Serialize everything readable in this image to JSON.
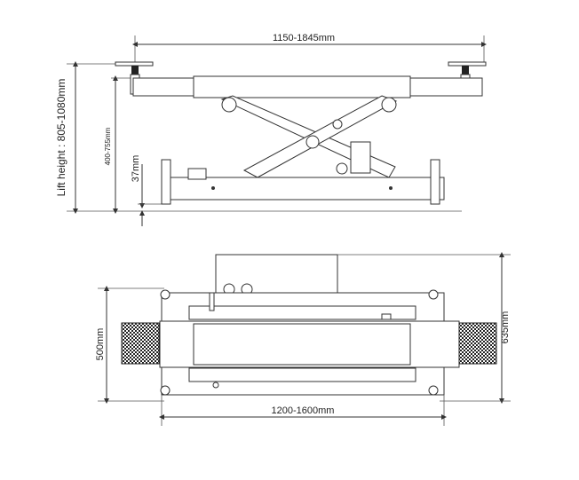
{
  "side_view": {
    "width_range": "1150-1845mm",
    "lift_height": "Lift height :  805-1080mm",
    "stroke_range": "400-755mm",
    "min_height": "37mm"
  },
  "top_view": {
    "pad_width": "500mm",
    "overall_width": "635mm",
    "length_range": "1200-1600mm"
  },
  "colors": {
    "line": "#333333",
    "background": "#ffffff"
  }
}
